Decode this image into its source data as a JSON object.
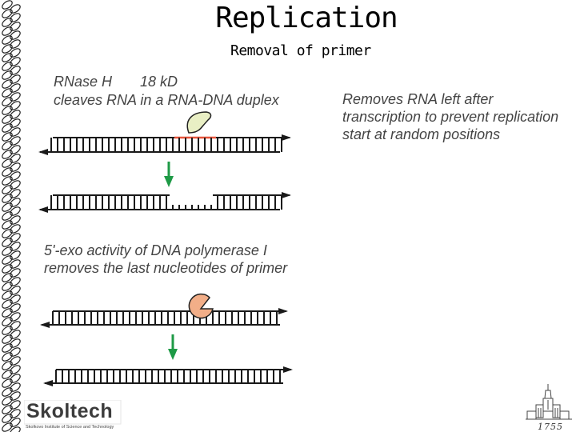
{
  "title": "Replication",
  "subtitle": "Removal of primer",
  "rnase": {
    "name": "RNase H",
    "size": "18 kD",
    "description": "cleaves RNA in a RNA-DNA duplex"
  },
  "side_note": "Removes RNA left after transcription to prevent replication start at random positions",
  "exo": {
    "line1": "5'-exo activity of DNA polymerase I",
    "line2": "removes the last nucleotides of primer"
  },
  "logo": {
    "word": "Skoltech",
    "tagline": "Skolkovo Institute of Science and Technology"
  },
  "emblem_year": "1755",
  "colors": {
    "strand": "#1a1a1a",
    "rna_primer": "#e8553b",
    "arrow": "#1e9a46",
    "rnase_fill": "#e9efc4",
    "polymerase_fill": "#f2ae88",
    "text_body": "#444444"
  }
}
